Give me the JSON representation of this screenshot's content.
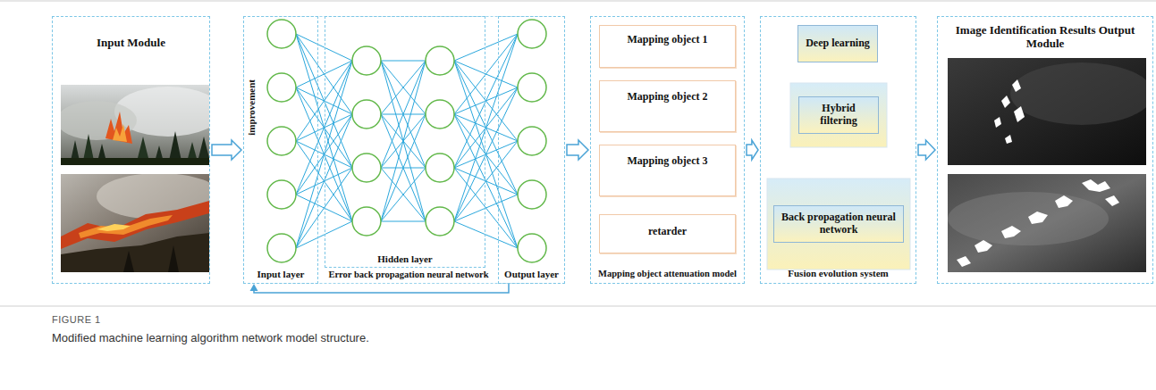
{
  "diagram": {
    "caption": "Modified machine learning algorithm network model structure.",
    "nodes": [
      {
        "text": [
          "Input Module"
        ]
      },
      {
        "text": [
          "Error back propagation neural network"
        ]
      },
      {
        "text": [
          "improvement",
          "Input layer"
        ],
        "in": 1
      },
      {
        "text": [
          "Hidden layer"
        ],
        "in": 1
      },
      {
        "text": [
          "Output layer"
        ],
        "in": 1
      },
      {
        "text": [
          "Mapping object attenuation model"
        ]
      },
      {
        "text": [
          "Mapping object 1"
        ],
        "in": 5
      },
      {
        "text": [
          "Mapping object 2"
        ],
        "in": 5
      },
      {
        "text": [
          "Mapping object 3"
        ],
        "in": 5
      },
      {
        "text": [
          "retarder"
        ],
        "in": 5
      },
      {
        "text": [
          "Fusion evolution system"
        ]
      },
      {
        "text": [
          "Deep learning"
        ],
        "in": 10
      },
      {
        "text": [
          "Hybrid filtering"
        ],
        "in": 10
      },
      {
        "text": [
          "Back propagation neural network"
        ],
        "in": 10
      },
      {
        "text": [
          "Image Identification Results Output Module"
        ]
      }
    ],
    "edges": [
      {
        "from": 0,
        "to": 1,
        "arrow": "to"
      },
      {
        "from": 4,
        "to": 2,
        "arrow": "to"
      },
      {
        "from": 1,
        "to": 5,
        "arrow": "to"
      },
      {
        "from": 5,
        "to": 10,
        "arrow": "to"
      },
      {
        "from": 10,
        "to": 14,
        "arrow": "to"
      }
    ],
    "labels": [
      "FIGURE 1"
    ]
  }
}
